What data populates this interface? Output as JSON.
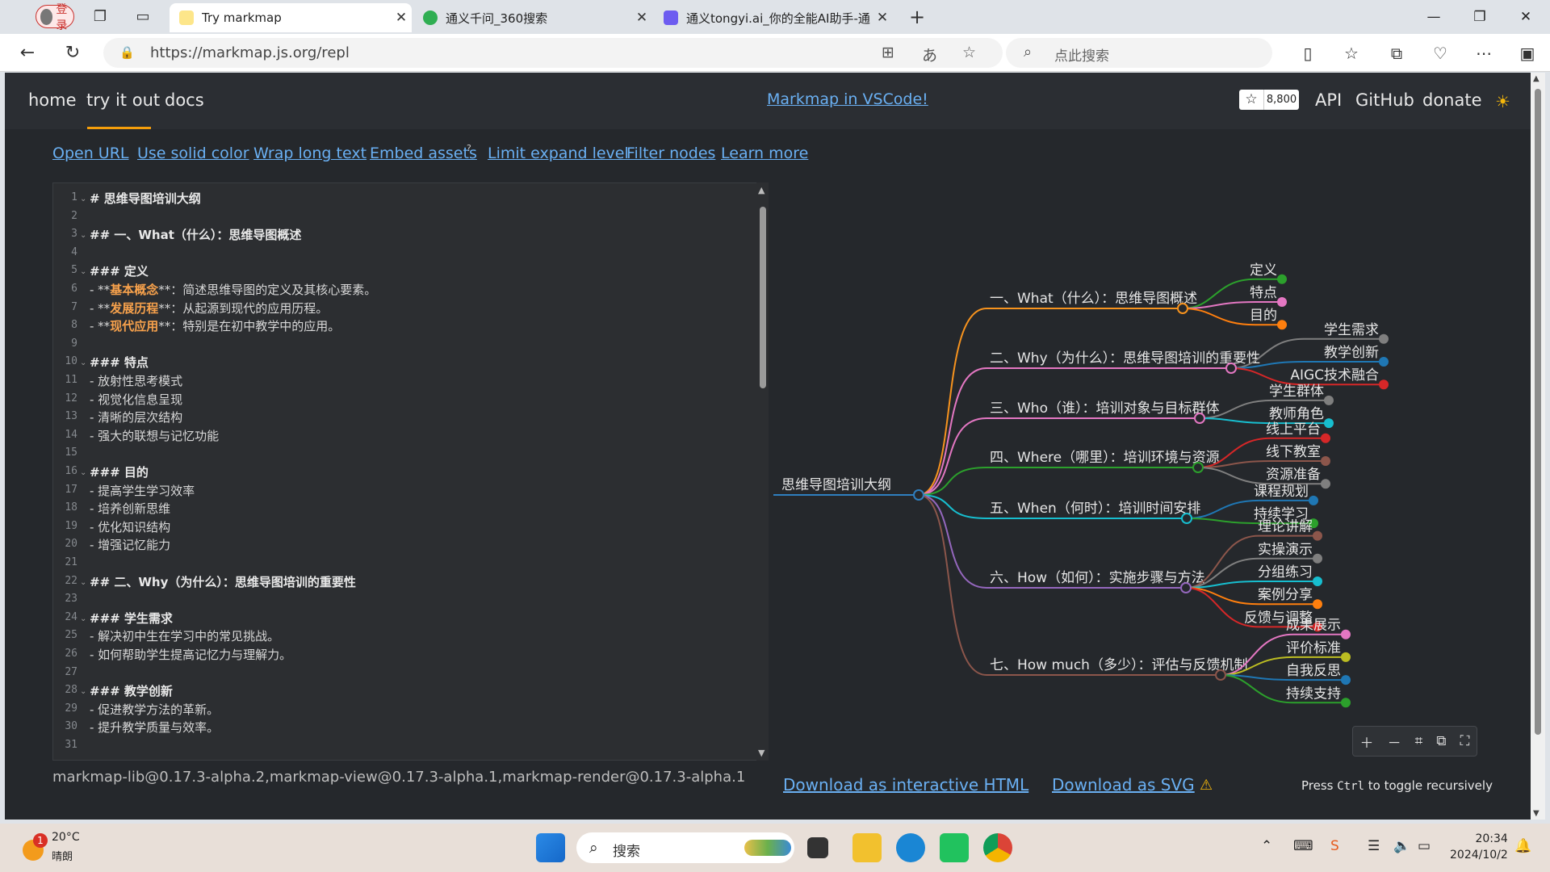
{
  "browser": {
    "login_label": "登录",
    "tabs": [
      {
        "title": "Try markmap",
        "active": true
      },
      {
        "title": "通义千问_360搜索",
        "active": false
      },
      {
        "title": "通义tongyi.ai_你的全能AI助手-通",
        "active": false
      }
    ],
    "url": "https://markmap.js.org/repl",
    "search_placeholder": "点此搜索"
  },
  "site": {
    "nav": {
      "home": "home",
      "try": "try it out",
      "docs": "docs"
    },
    "vscode_link": "Markmap in VSCode!",
    "stars": "8,800",
    "right_links": {
      "api": "API",
      "github": "GitHub",
      "donate": "donate"
    },
    "toolbar": {
      "open_url": "Open URL",
      "solid_color": "Use solid color",
      "wrap": "Wrap long text",
      "embed": "Embed assets",
      "embed_sup": "?",
      "limit": "Limit expand level",
      "filter": "Filter nodes",
      "learn": "Learn more"
    },
    "footer": {
      "version": "markmap-lib@0.17.3-alpha.2,markmap-view@0.17.3-alpha.1,markmap-render@0.17.3-alpha.1",
      "download_html": "Download as interactive HTML",
      "download_svg": "Download as SVG",
      "hint_pre": "Press ",
      "hint_key": "Ctrl",
      "hint_post": " to toggle recursively"
    }
  },
  "editor_lines": [
    {
      "n": "1",
      "fold": true,
      "parts": [
        {
          "t": "# 思维导图培训大纲",
          "k": "h"
        }
      ]
    },
    {
      "n": "2",
      "fold": false,
      "parts": []
    },
    {
      "n": "3",
      "fold": true,
      "parts": [
        {
          "t": "## 一、What（什么）：思维导图概述",
          "k": "h"
        }
      ]
    },
    {
      "n": "4",
      "fold": false,
      "parts": []
    },
    {
      "n": "5",
      "fold": true,
      "parts": [
        {
          "t": "### 定义",
          "k": "h"
        }
      ]
    },
    {
      "n": "6",
      "fold": false,
      "parts": [
        {
          "t": "- **",
          "k": "p"
        },
        {
          "t": "基本概念",
          "k": "b"
        },
        {
          "t": "**：简述思维导图的定义及其核心要素。",
          "k": "p"
        }
      ]
    },
    {
      "n": "7",
      "fold": false,
      "parts": [
        {
          "t": "- **",
          "k": "p"
        },
        {
          "t": "发展历程",
          "k": "b"
        },
        {
          "t": "**：从起源到现代的应用历程。",
          "k": "p"
        }
      ]
    },
    {
      "n": "8",
      "fold": false,
      "parts": [
        {
          "t": "- **",
          "k": "p"
        },
        {
          "t": "现代应用",
          "k": "b"
        },
        {
          "t": "**：特别是在初中教学中的应用。",
          "k": "p"
        }
      ]
    },
    {
      "n": "9",
      "fold": false,
      "parts": []
    },
    {
      "n": "10",
      "fold": true,
      "parts": [
        {
          "t": "### 特点",
          "k": "h"
        }
      ]
    },
    {
      "n": "11",
      "fold": false,
      "parts": [
        {
          "t": "- 放射性思考模式",
          "k": "p"
        }
      ]
    },
    {
      "n": "12",
      "fold": false,
      "parts": [
        {
          "t": "- 视觉化信息呈现",
          "k": "p"
        }
      ]
    },
    {
      "n": "13",
      "fold": false,
      "parts": [
        {
          "t": "- 清晰的层次结构",
          "k": "p"
        }
      ]
    },
    {
      "n": "14",
      "fold": false,
      "parts": [
        {
          "t": "- 强大的联想与记忆功能",
          "k": "p"
        }
      ]
    },
    {
      "n": "15",
      "fold": false,
      "parts": []
    },
    {
      "n": "16",
      "fold": true,
      "parts": [
        {
          "t": "### 目的",
          "k": "h"
        }
      ]
    },
    {
      "n": "17",
      "fold": false,
      "parts": [
        {
          "t": "- 提高学生学习效率",
          "k": "p"
        }
      ]
    },
    {
      "n": "18",
      "fold": false,
      "parts": [
        {
          "t": "- 培养创新思维",
          "k": "p"
        }
      ]
    },
    {
      "n": "19",
      "fold": false,
      "parts": [
        {
          "t": "- 优化知识结构",
          "k": "p"
        }
      ]
    },
    {
      "n": "20",
      "fold": false,
      "parts": [
        {
          "t": "- 增强记忆能力",
          "k": "p"
        }
      ]
    },
    {
      "n": "21",
      "fold": false,
      "parts": []
    },
    {
      "n": "22",
      "fold": true,
      "parts": [
        {
          "t": "## 二、Why（为什么）：思维导图培训的重要性",
          "k": "h"
        }
      ]
    },
    {
      "n": "23",
      "fold": false,
      "parts": []
    },
    {
      "n": "24",
      "fold": true,
      "parts": [
        {
          "t": "### 学生需求",
          "k": "h"
        }
      ]
    },
    {
      "n": "25",
      "fold": false,
      "parts": [
        {
          "t": "- 解决初中生在学习中的常见挑战。",
          "k": "p"
        }
      ]
    },
    {
      "n": "26",
      "fold": false,
      "parts": [
        {
          "t": "- 如何帮助学生提高记忆力与理解力。",
          "k": "p"
        }
      ]
    },
    {
      "n": "27",
      "fold": false,
      "parts": []
    },
    {
      "n": "28",
      "fold": true,
      "parts": [
        {
          "t": "### 教学创新",
          "k": "h"
        }
      ]
    },
    {
      "n": "29",
      "fold": false,
      "parts": [
        {
          "t": "- 促进教学方法的革新。",
          "k": "p"
        }
      ]
    },
    {
      "n": "30",
      "fold": false,
      "parts": [
        {
          "t": "- 提升教学质量与效率。",
          "k": "p"
        }
      ]
    },
    {
      "n": "31",
      "fold": false,
      "parts": []
    }
  ],
  "mindmap": {
    "root": "思维导图培训大纲",
    "branches": [
      {
        "label": "一、What（什么）：思维导图概述",
        "color": "#f7931e",
        "children": [
          {
            "label": "定义",
            "color": "#2ca02c"
          },
          {
            "label": "特点",
            "color": "#e377c2"
          },
          {
            "label": "目的",
            "color": "#ff7f0e"
          }
        ]
      },
      {
        "label": "二、Why（为什么）：思维导图培训的重要性",
        "color": "#e377c2",
        "children": [
          {
            "label": "学生需求",
            "color": "#7f7f7f"
          },
          {
            "label": "教学创新",
            "color": "#1f77b4"
          },
          {
            "label": "AIGC技术融合",
            "color": "#d62728"
          }
        ]
      },
      {
        "label": "三、Who（谁）：培训对象与目标群体",
        "color": "#e377c2",
        "children": [
          {
            "label": "学生群体",
            "color": "#7f7f7f"
          },
          {
            "label": "教师角色",
            "color": "#17becf"
          }
        ]
      },
      {
        "label": "四、Where（哪里）：培训环境与资源",
        "color": "#2ca02c",
        "children": [
          {
            "label": "线上平台",
            "color": "#d62728"
          },
          {
            "label": "线下教室",
            "color": "#8c564b"
          },
          {
            "label": "资源准备",
            "color": "#7f7f7f"
          }
        ]
      },
      {
        "label": "五、When（何时）：培训时间安排",
        "color": "#17becf",
        "children": [
          {
            "label": "课程规划",
            "color": "#1f77b4"
          },
          {
            "label": "持续学习",
            "color": "#2ca02c"
          }
        ]
      },
      {
        "label": "六、How（如何）：实施步骤与方法",
        "color": "#9467bd",
        "children": [
          {
            "label": "理论讲解",
            "color": "#8c564b"
          },
          {
            "label": "实操演示",
            "color": "#7f7f7f"
          },
          {
            "label": "分组练习",
            "color": "#17becf"
          },
          {
            "label": "案例分享",
            "color": "#ff7f0e"
          },
          {
            "label": "反馈与调整",
            "color": "#d62728"
          }
        ]
      },
      {
        "label": "七、How much（多少）：评估与反馈机制",
        "color": "#8c564b",
        "children": [
          {
            "label": "成果展示",
            "color": "#e377c2"
          },
          {
            "label": "评价标准",
            "color": "#bcbd22"
          },
          {
            "label": "自我反思",
            "color": "#1f77b4"
          },
          {
            "label": "持续支持",
            "color": "#2ca02c"
          }
        ]
      }
    ]
  },
  "taskbar": {
    "weather_temp": "20°C",
    "weather_desc": "晴朗",
    "weather_badge": "1",
    "search_label": "搜索",
    "time": "20:34",
    "date": "2024/10/2"
  },
  "colors": {
    "accent": "#f59e0b",
    "link": "#6ab0f3",
    "bg": "#25282c"
  }
}
